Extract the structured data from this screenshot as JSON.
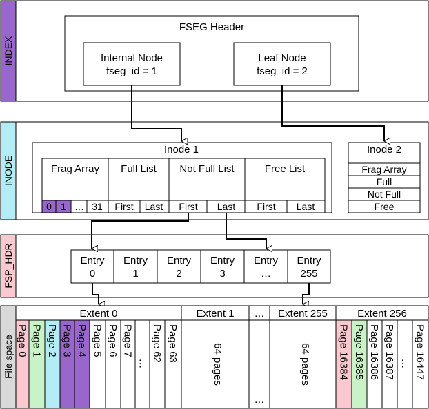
{
  "colors": {
    "index": "#9966cc",
    "inode": "#b3ecf4",
    "fsp_hdr": "#f9c9cf",
    "filespace": "#d9d9d9",
    "pink": "#f9c9cf",
    "green": "#c9f2c6",
    "cyan": "#b3ecf4",
    "purple": "#9966cc"
  },
  "sections": {
    "index": "INDEX",
    "inode": "INODE",
    "fsp_hdr": "FSP_HDR",
    "filespace": "File space"
  },
  "index": {
    "fseg_header": "FSEG Header",
    "internal_node": {
      "name": "Internal Node",
      "id": "fseg_id = 1"
    },
    "leaf_node": {
      "name": "Leaf Node",
      "id": "fseg_id = 2"
    }
  },
  "inode1": {
    "title": "Inode 1",
    "frag_array": "Frag Array",
    "full_list": "Full List",
    "not_full_list": "Not Full List",
    "free_list": "Free List",
    "frag_slots": [
      "0",
      "1",
      "…",
      "31"
    ],
    "first": "First",
    "last": "Last"
  },
  "inode2": {
    "title": "Inode 2",
    "rows": [
      "Frag Array",
      "Full",
      "Not Full",
      "Free"
    ]
  },
  "fsp_entries": [
    {
      "top": "Entry",
      "bottom": "0"
    },
    {
      "top": "Entry",
      "bottom": "1"
    },
    {
      "top": "Entry",
      "bottom": "2"
    },
    {
      "top": "Entry",
      "bottom": "3"
    },
    {
      "top": "Entry",
      "bottom": "…"
    },
    {
      "top": "Entry",
      "bottom": "255"
    }
  ],
  "extents": {
    "e0": "Extent  0",
    "e1": "Extent  1",
    "ellipsis": "…",
    "e255": "Extent  255",
    "e256": "Extent  256"
  },
  "pages_extent0": [
    "Page 0",
    "Page 1",
    "Page 2",
    "Page 3",
    "Page 4",
    "Page 5",
    "Page 6",
    "Page 7",
    "…",
    "Page 62",
    "Page 63"
  ],
  "pages_extent256": [
    "Page 16384",
    "Page 16385",
    "Page 16386",
    "Page 16387",
    "…",
    "Page 16447"
  ],
  "sixty_four_pages": "64 pages",
  "mid_ellipsis": "…"
}
